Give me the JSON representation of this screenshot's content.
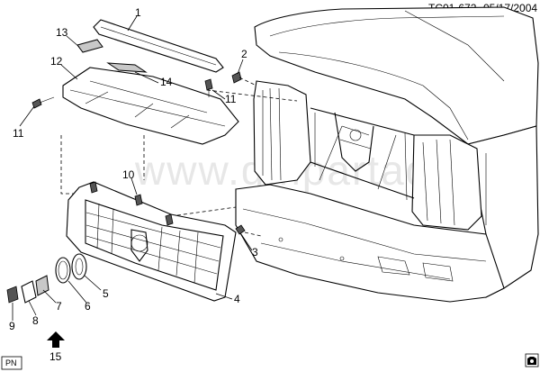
{
  "header": {
    "code": "TC01-672",
    "date": "05/17/2004"
  },
  "watermark": "www.gmpartad.ru",
  "pn_badge": "PN",
  "callouts": {
    "c1": "1",
    "c2": "2",
    "c3": "3",
    "c4": "4",
    "c5": "5",
    "c6": "6",
    "c7": "7",
    "c8": "8",
    "c9": "9",
    "c10": "10",
    "c11a": "11",
    "c11b": "11",
    "c12": "12",
    "c13": "13",
    "c14": "14",
    "c15": "15"
  },
  "colors": {
    "line": "#000000",
    "watermark": "#e7e7e7",
    "shade": "#c8c8c8"
  },
  "icons": {
    "forward": "arrow-up-icon",
    "corner": "camera-icon"
  }
}
